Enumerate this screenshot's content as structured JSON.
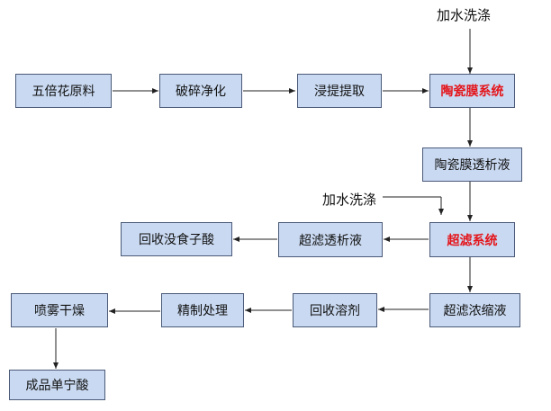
{
  "nodes": {
    "wubeizi_raw": "五倍花原料",
    "crush_purify": "破碎净化",
    "leach_extract": "浸提提取",
    "ceramic_membrane": "陶瓷膜系统",
    "ceramic_permeate": "陶瓷膜透析液",
    "ultrafiltration": "超滤系统",
    "uf_permeate": "超滤透析液",
    "recover_gallic": "回收没食子酸",
    "uf_concentrate": "超滤浓缩液",
    "recover_solvent": "回收溶剂",
    "refine": "精制处理",
    "spray_dry": "喷雾干燥",
    "product": "成品单宁酸"
  },
  "labels": {
    "wash_water_top": "加水洗涤",
    "wash_water_mid": "加水洗涤"
  },
  "colors": {
    "box_fill": "#c9d9f1",
    "box_border": "#4a5a78",
    "highlight_text": "#e4151b",
    "arrow": "#222222"
  }
}
